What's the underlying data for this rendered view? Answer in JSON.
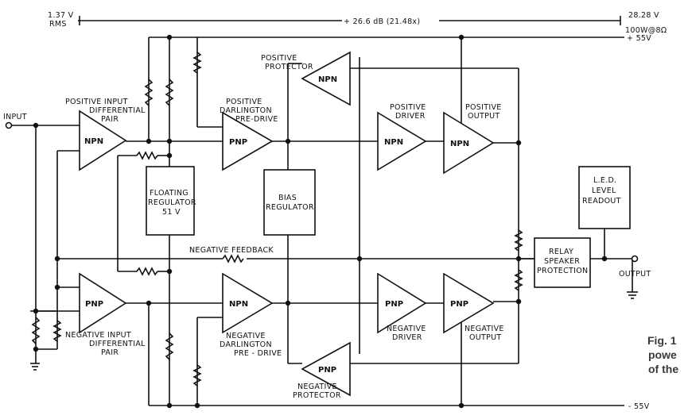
{
  "gain": {
    "input_level": "1.37 V",
    "input_unit": "RMS",
    "gain_text": "+ 26.6 dB (21.48x)",
    "output_level": "28.28 V",
    "output_power": "100W@8Ω"
  },
  "rails": {
    "positive": "+ 55V",
    "negative": "- 55V"
  },
  "ports": {
    "input": "INPUT",
    "output": "OUTPUT"
  },
  "stages": {
    "pos_input_pair": {
      "title_1": "POSITIVE INPUT",
      "title_2": "DIFFERENTIAL",
      "title_3": "PAIR",
      "device": "NPN"
    },
    "neg_input_pair": {
      "title_1": "NEGATIVE INPUT",
      "title_2": "DIFFERENTIAL",
      "title_3": "PAIR",
      "device": "PNP"
    },
    "pos_predrive": {
      "title_1": "POSITIVE",
      "title_2": "DARLINGTON",
      "title_3": "PRE-DRIVE",
      "device": "PNP"
    },
    "neg_predrive": {
      "title_1": "NEGATIVE",
      "title_2": "DARLINGTON",
      "title_3": "PRE - DRIVE",
      "device": "NPN"
    },
    "pos_protector": {
      "title_1": "POSITIVE",
      "title_2": "PROTECTOR",
      "device": "NPN"
    },
    "neg_protector": {
      "title_1": "NEGATIVE",
      "title_2": "PROTECTOR",
      "device": "PNP"
    },
    "pos_driver": {
      "title_1": "POSITIVE",
      "title_2": "DRIVER",
      "device": "NPN"
    },
    "neg_driver": {
      "title_1": "NEGATIVE",
      "title_2": "DRIVER",
      "device": "PNP"
    },
    "pos_output": {
      "title_1": "POSITIVE",
      "title_2": "OUTPUT",
      "device": "NPN"
    },
    "neg_output": {
      "title_1": "NEGATIVE",
      "title_2": "OUTPUT",
      "device": "PNP"
    }
  },
  "blocks": {
    "floating_regulator": {
      "line_1": "FLOATING",
      "line_2": "REGULATOR",
      "line_3": "51 V"
    },
    "bias_regulator": {
      "line_1": "BIAS",
      "line_2": "REGULATOR"
    },
    "relay": {
      "line_1": "RELAY",
      "line_2": "SPEAKER",
      "line_3": "PROTECTION"
    },
    "led": {
      "line_1": "L.E.D.",
      "line_2": "LEVEL",
      "line_3": "READOUT"
    }
  },
  "feedback_label": "NEGATIVE FEEDBACK",
  "caption": {
    "line_1": "Fig. 1",
    "line_2": "powe",
    "line_3": "of the"
  }
}
